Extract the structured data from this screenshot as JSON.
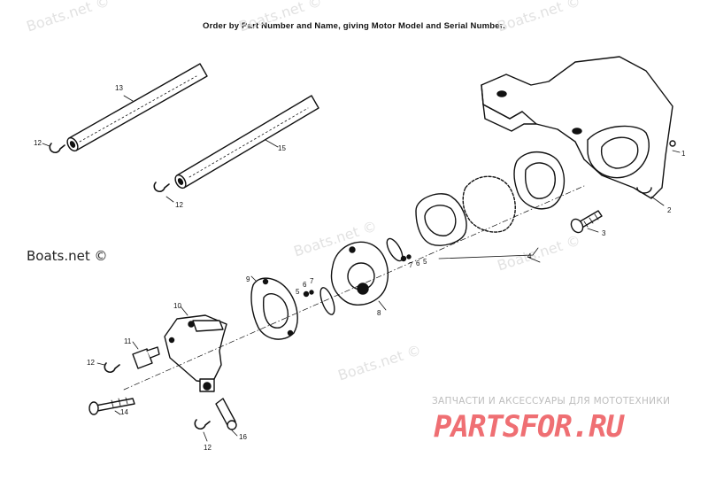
{
  "header": {
    "note": "Order by Part Number and Name, giving Motor Model and Serial Number."
  },
  "watermarks": {
    "light": "Boats.net ©",
    "dark": "Boats.net ©"
  },
  "branding": {
    "tagline": "ЗАПЧАСТИ И АКСЕССУАРЫ ДЛЯ МОТОТЕХНИКИ",
    "logo": "PARTSFOR.RU"
  },
  "callouts": {
    "c1": "1",
    "c2": "2",
    "c3": "3",
    "c4": "4",
    "c5a": "5",
    "c6a": "6",
    "c7a": "7",
    "c5b": "5",
    "c6b": "6",
    "c7b": "7",
    "c8": "8",
    "c9": "9",
    "c10": "10",
    "c11": "11",
    "c12a": "12",
    "c12b": "12",
    "c12c": "12",
    "c12d": "12",
    "c13": "13",
    "c14": "14",
    "c15": "15",
    "c16": "16"
  }
}
